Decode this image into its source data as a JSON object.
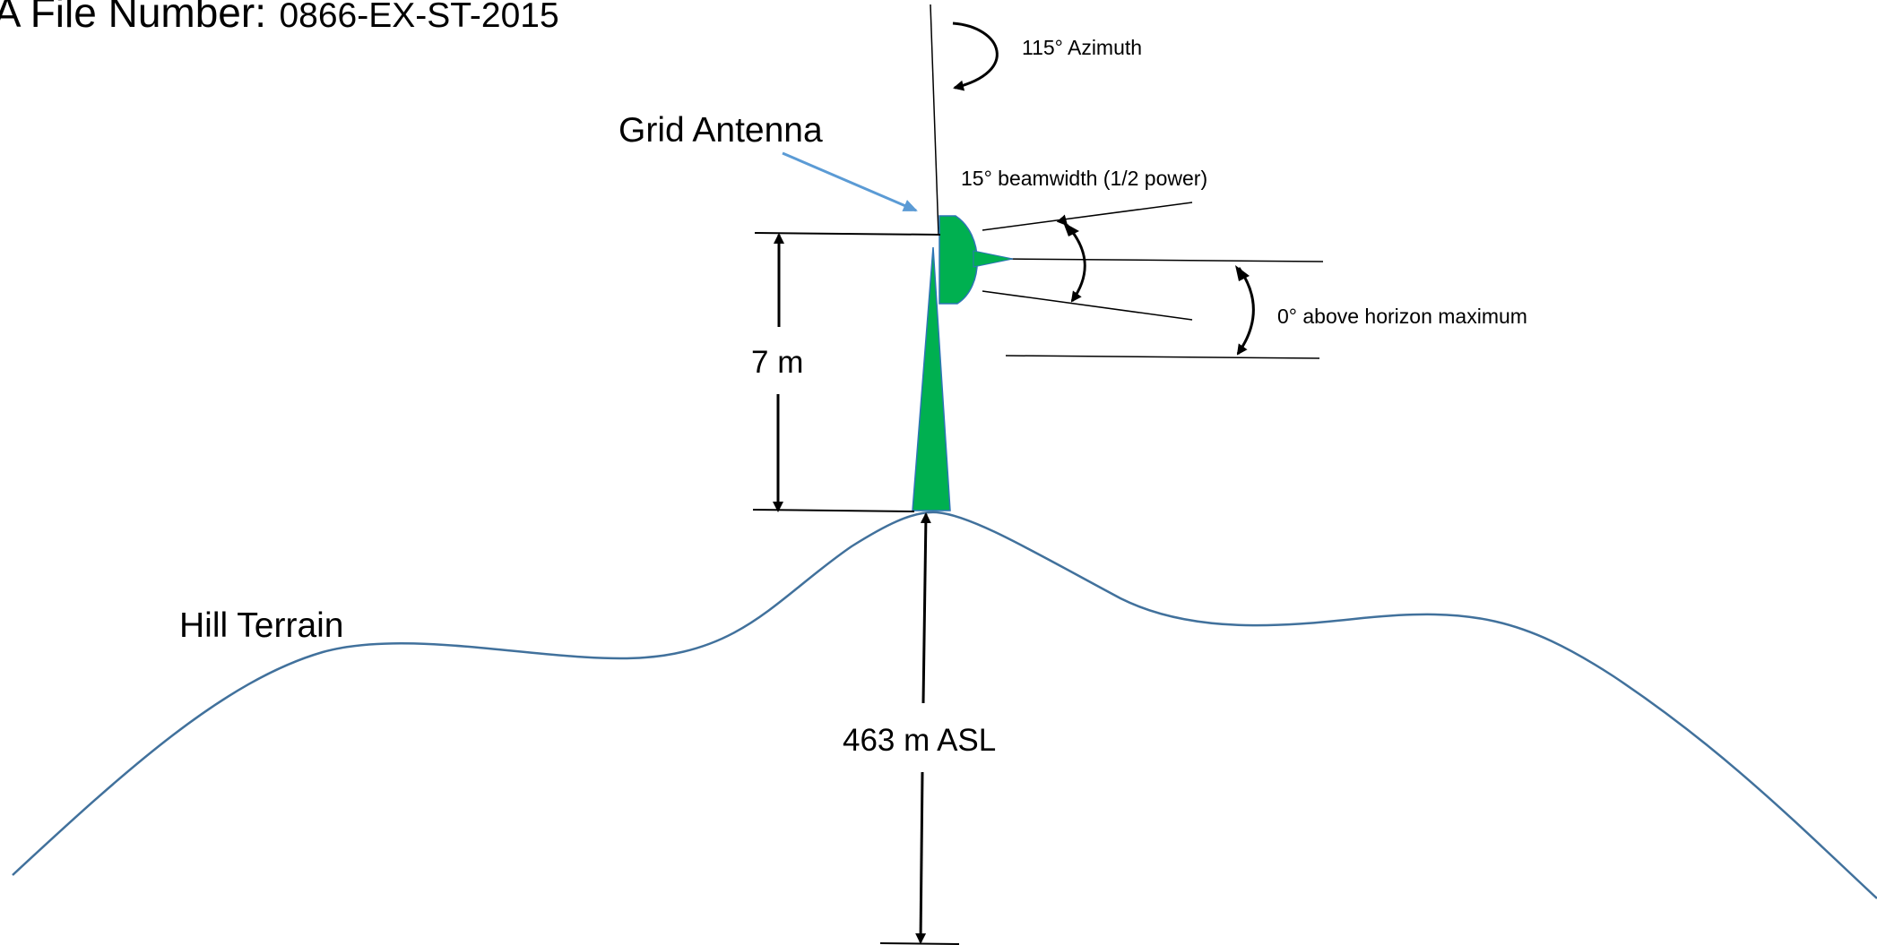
{
  "header": {
    "file_label": "IA File Number:",
    "file_number": "0866-EX-ST-2015"
  },
  "labels": {
    "azimuth": "115° Azimuth",
    "antenna": "Grid Antenna",
    "beamwidth": "15° beamwidth (1/2 power)",
    "elevation": "0° above horizon maximum",
    "mast_height": "7 m",
    "terrain": "Hill Terrain",
    "altitude": "463 m ASL"
  },
  "colors": {
    "antenna_green": "#00B050",
    "terrain_blue": "#41719C",
    "pointer_blue": "#5B9BD5",
    "line_black": "#000000"
  }
}
